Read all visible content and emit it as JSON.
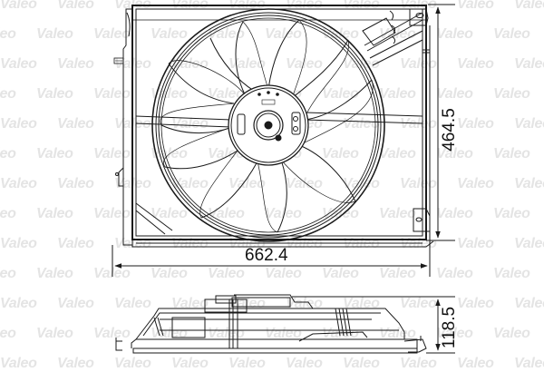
{
  "watermark": {
    "text": "Valeo",
    "color": "#e4e4e4"
  },
  "drawing": {
    "front_view": {
      "label": "fan assembly front view",
      "blade_count": 11
    },
    "side_view": {
      "label": "fan assembly side view"
    },
    "dimensions": {
      "width": "662.4",
      "height": "464.5",
      "depth": "118.5"
    },
    "line_color": "#1a1a1a"
  }
}
